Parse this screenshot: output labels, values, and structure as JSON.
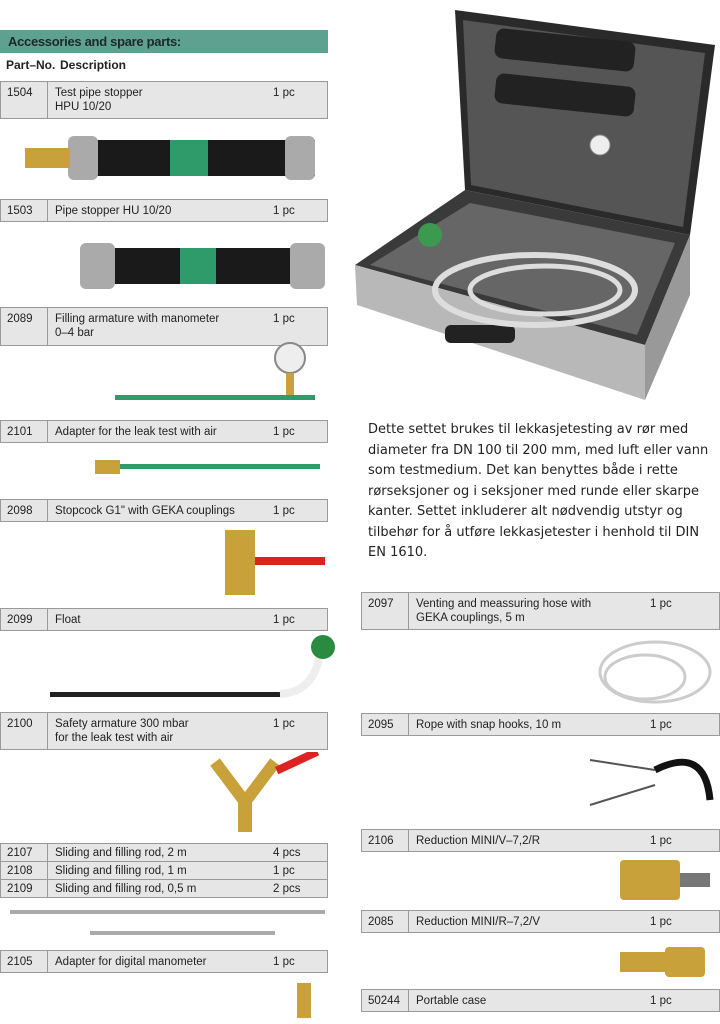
{
  "header": {
    "title": "Accessories and spare parts:",
    "col_part": "Part–No.",
    "col_desc": "Description"
  },
  "left_items": [
    {
      "part": "1504",
      "desc": "Test pipe stopper\nHPU 10/20",
      "qty": "1 pc"
    },
    {
      "part": "1503",
      "desc": "Pipe stopper HU 10/20",
      "qty": "1 pc"
    },
    {
      "part": "2089",
      "desc": "Filling armature with manometer\n0–4 bar",
      "qty": "1 pc"
    },
    {
      "part": "2101",
      "desc": "Adapter for the leak test with air",
      "qty": "1 pc"
    },
    {
      "part": "2098",
      "desc": "Stopcock G1\" with GEKA couplings",
      "qty": "1 pc"
    },
    {
      "part": "2099",
      "desc": "Float",
      "qty": "1 pc"
    },
    {
      "part": "2100",
      "desc": "Safety armature 300 mbar\nfor the leak test with air",
      "qty": "1 pc"
    },
    {
      "part": "2107",
      "desc": "Sliding and filling rod, 2 m",
      "qty": "4 pcs"
    },
    {
      "part": "2108",
      "desc": "Sliding and filling rod, 1 m",
      "qty": "1 pc"
    },
    {
      "part": "2109",
      "desc": "Sliding and filling rod, 0,5 m",
      "qty": "2 pcs"
    },
    {
      "part": "2105",
      "desc": "Adapter for digital manometer",
      "qty": "1 pc"
    }
  ],
  "right_items": [
    {
      "part": "2097",
      "desc": "Venting and meassuring hose with\nGEKA couplings, 5 m",
      "qty": "1 pc"
    },
    {
      "part": "2095",
      "desc": "Rope with snap hooks, 10 m",
      "qty": "1 pc"
    },
    {
      "part": "2106",
      "desc": "Reduction MINI/V–7,2/R",
      "qty": "1 pc"
    },
    {
      "part": "2085",
      "desc": "Reduction MINI/R–7,2/V",
      "qty": "1 pc"
    },
    {
      "part": "50244",
      "desc": "Portable case",
      "qty": "1 pc"
    }
  ],
  "description": "Dette settet brukes til lekkasjetesting av rør med diameter fra DN 100 til 200 mm, med luft eller vann som testmedium. Det kan benyttes både i rette rørseksjoner og i seksjoner med runde eller skarpe kanter. Settet inkluderer alt nødvendig utstyr og tilbehør for å utføre lekkasjetester i henhold til DIN EN 1610.",
  "colors": {
    "header": "#5fa191",
    "row": "#e6e6e6",
    "brass": "#c9a13a",
    "hose_green": "#2f9a6a"
  }
}
